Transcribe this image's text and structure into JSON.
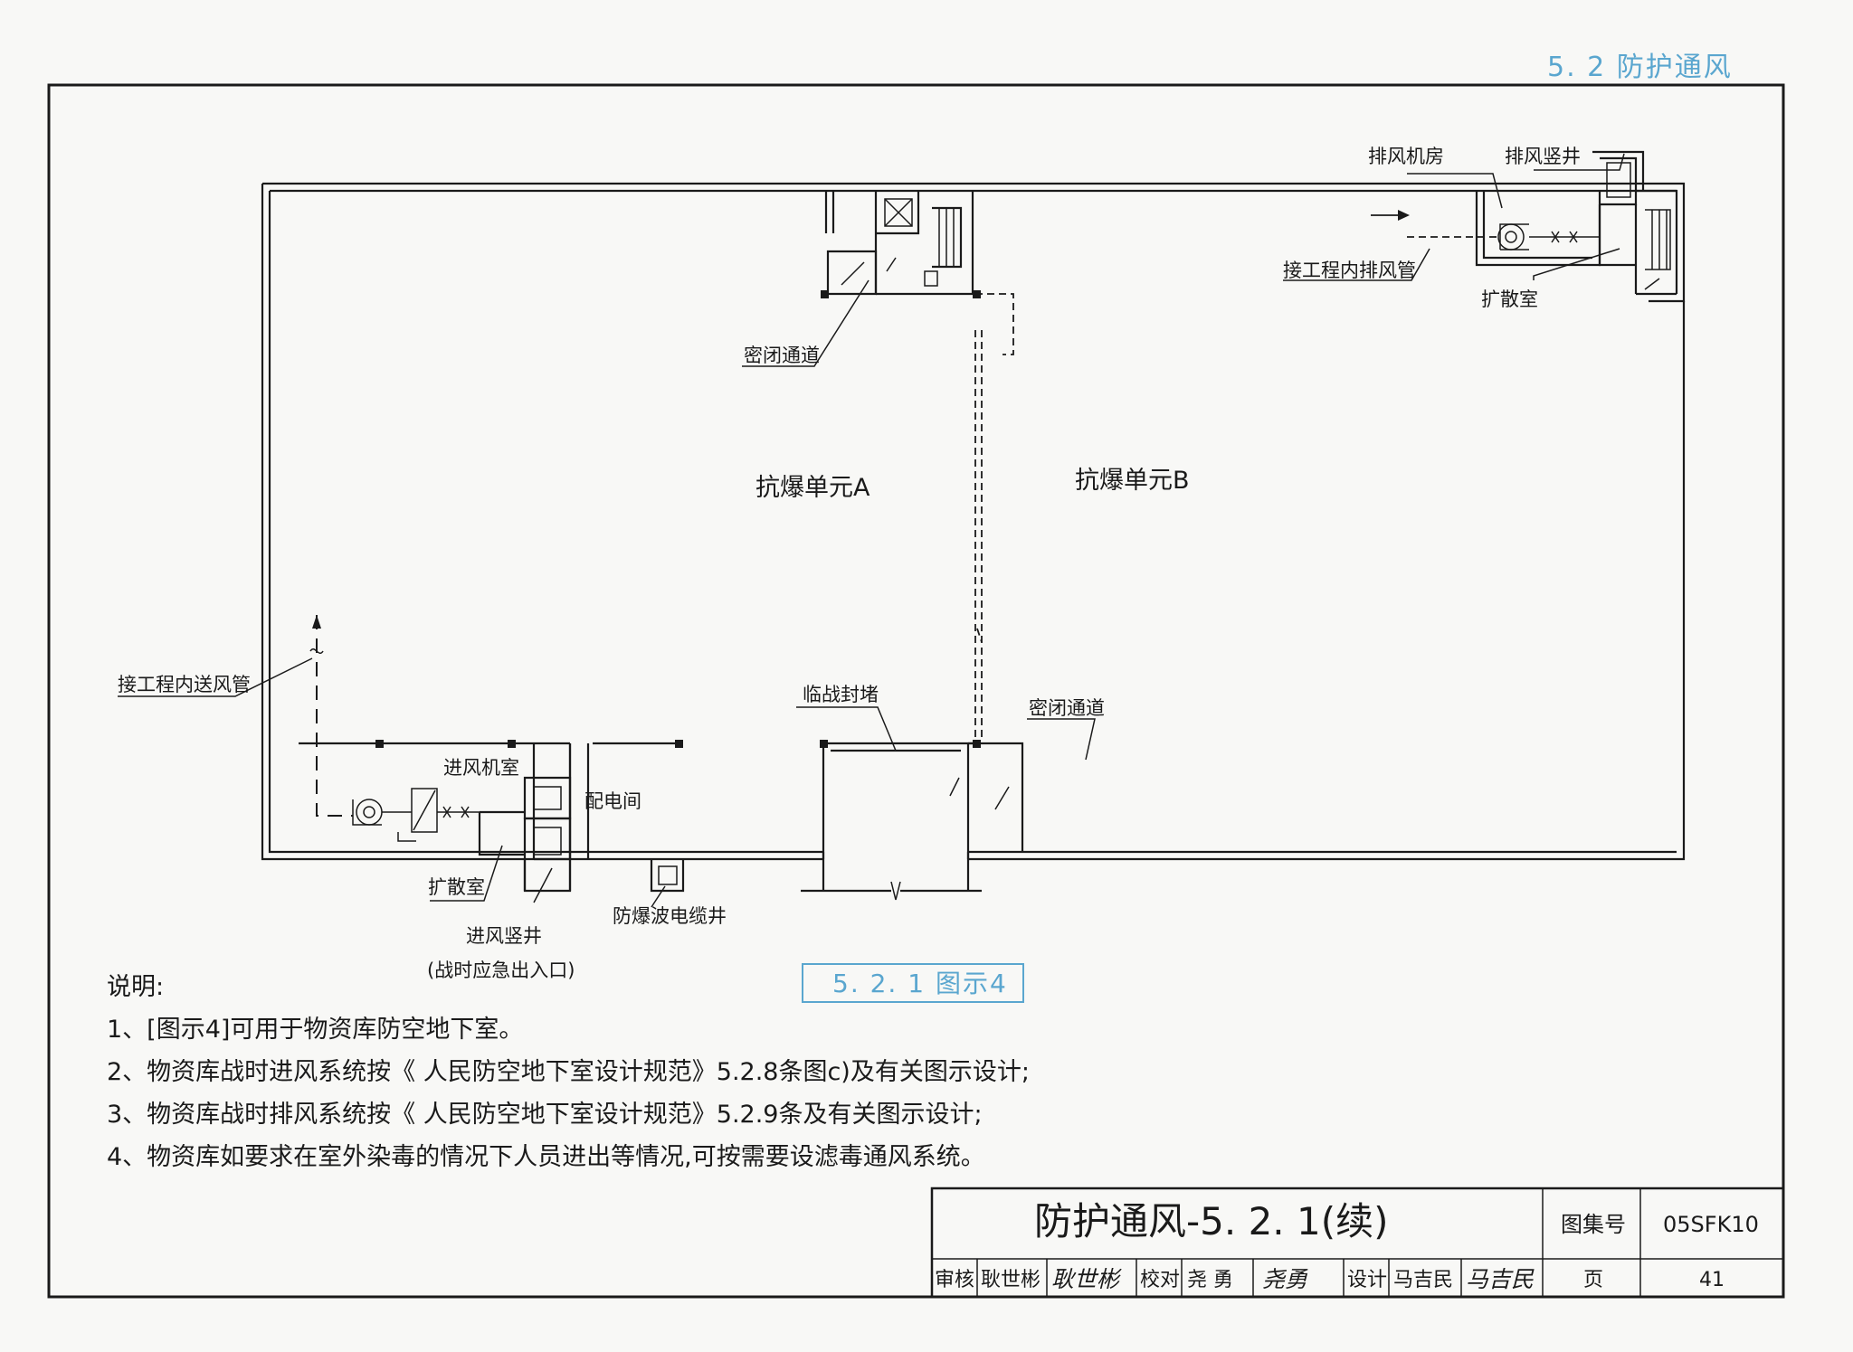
{
  "header": {
    "section": "5. 2  防护通风"
  },
  "plan": {
    "unit_a": "抗爆单元A",
    "unit_b": "抗爆单元B",
    "exhaust_room": "排风机房",
    "exhaust_shaft": "排风竖井",
    "connect_exhaust_duct": "接工程内排风管",
    "expansion_room_top": "扩散室",
    "airtight_passage_top": "密闭通道",
    "connect_supply_duct": "接工程内送风管",
    "temporary_seal": "临战封堵",
    "airtight_passage_bottom": "密闭通道",
    "intake_room": "进风机室",
    "power_room": "配电间",
    "expansion_room_bottom": "扩散室",
    "intake_shaft": "进风竖井",
    "emergency_exit": "(战时应急出入口)",
    "blast_cable_well": "防爆波电缆井"
  },
  "caption": "5. 2. 1  图示4",
  "notes": {
    "heading": "说明:",
    "items": [
      "1、[图示4]可用于物资库防空地下室。",
      "2、物资库战时进风系统按《 人民防空地下室设计规范》5.2.8条图c)及有关图示设计;",
      "3、物资库战时排风系统按《 人民防空地下室设计规范》5.2.9条及有关图示设计;",
      "4、物资库如要求在室外染毒的情况下人员进出等情况,可按需要设滤毒通风系统。"
    ]
  },
  "title_block": {
    "title": "防护通风-5. 2. 1(续)",
    "atlas_label": "图集号",
    "atlas_no": "05SFK10",
    "review_label": "审核",
    "reviewer": "耿世彬",
    "reviewer_sig": "耿世彬",
    "check_label": "校对",
    "checker": "尧  勇",
    "checker_sig": "尧勇",
    "design_label": "设计",
    "designer": "马吉民",
    "designer_sig": "马吉民",
    "page_label": "页",
    "page_no": "41"
  }
}
